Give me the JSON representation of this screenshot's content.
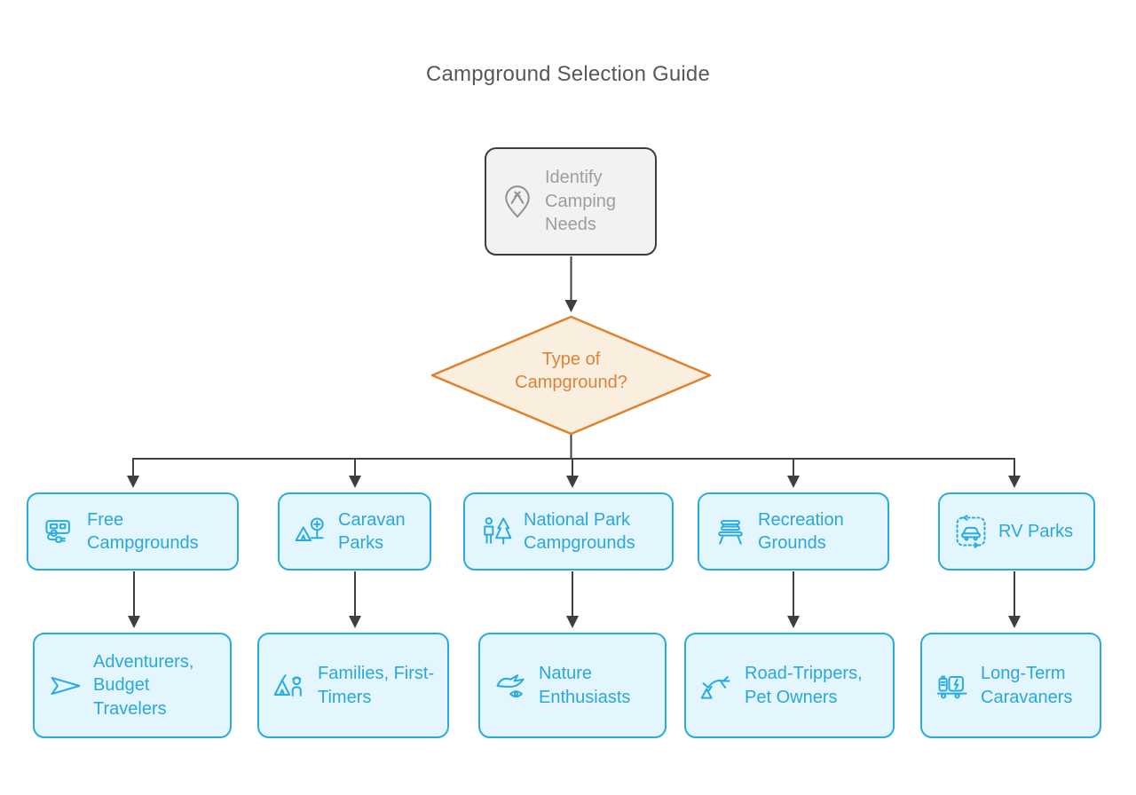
{
  "title": "Campground Selection Guide",
  "colors": {
    "accent_cyan": "#29ABE2",
    "cyan_fill": "#E4F6FD",
    "cyan_text": "#2AA7DB",
    "accent_orange": "#E0812C",
    "orange_fill": "#FAEEDF",
    "orange_text": "#DE823B",
    "start_fill": "#F2F2F2",
    "start_border": "#3D3D3D",
    "start_text": "#9C9EA0",
    "connector": "#3F3F3F",
    "background": "#FFFFFF"
  },
  "flowchart": {
    "start": {
      "label": "Identify Camping Needs",
      "icon": "camping-location-pin-icon"
    },
    "decision": {
      "label": "Type of Campground?"
    },
    "branches": [
      {
        "type": {
          "label": "Free Campgrounds",
          "icon": "powered-caravan-icon"
        },
        "audience": {
          "label": "Adventurers, Budget Travelers",
          "icon": "paper-plane-icon"
        }
      },
      {
        "type": {
          "label": "Caravan Parks",
          "icon": "tent-and-tree-icon"
        },
        "audience": {
          "label": "Families, First-Timers",
          "icon": "tent-and-camper-icon"
        }
      },
      {
        "type": {
          "label": "National Park Campgrounds",
          "icon": "hiker-and-pine-icon"
        },
        "audience": {
          "label": "Nature Enthusiasts",
          "icon": "bird-watching-icon"
        }
      },
      {
        "type": {
          "label": "Recreation Grounds",
          "icon": "park-bench-icon"
        },
        "audience": {
          "label": "Road-Trippers, Pet Owners",
          "icon": "dog-and-tent-icon"
        }
      },
      {
        "type": {
          "label": "RV Parks",
          "icon": "parked-car-icon"
        },
        "audience": {
          "label": "Long-Term Caravaners",
          "icon": "charging-caravan-icon"
        }
      }
    ]
  }
}
